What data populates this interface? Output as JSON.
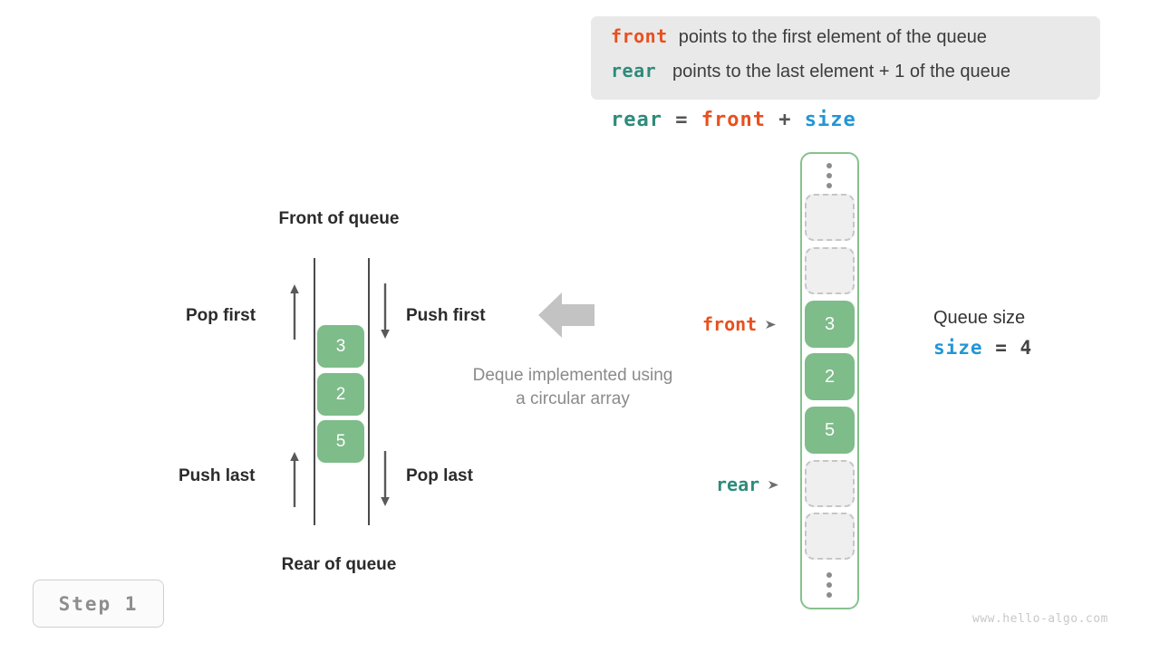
{
  "legend": {
    "rows": [
      {
        "term": "front",
        "color": "#e8501e",
        "text": "points to the first element of the queue"
      },
      {
        "term": "rear",
        "color": "#2e8b7a",
        "text": "points to the last element + 1 of the queue"
      }
    ]
  },
  "formula": {
    "lhs": "rear",
    "eq": "=",
    "rhs1": "front",
    "plus": "+",
    "rhs2": "size"
  },
  "deque": {
    "title_top": "Front of queue",
    "title_bottom": "Rear of queue",
    "cells": [
      "3",
      "2",
      "5"
    ],
    "ops": {
      "pop_first": "Pop first",
      "push_first": "Push first",
      "push_last": "Push last",
      "pop_last": "Pop last"
    },
    "note_line1": "Deque implemented using",
    "note_line2": "a circular array"
  },
  "array": {
    "cells": [
      {
        "value": "",
        "state": "empty"
      },
      {
        "value": "",
        "state": "empty"
      },
      {
        "value": "3",
        "state": "filled"
      },
      {
        "value": "2",
        "state": "filled"
      },
      {
        "value": "5",
        "state": "filled"
      },
      {
        "value": "",
        "state": "empty"
      },
      {
        "value": "",
        "state": "empty"
      }
    ],
    "pointer_front": "front",
    "pointer_rear": "rear",
    "ellipsis": "⋮"
  },
  "queue_size": {
    "title": "Queue size",
    "var": "size",
    "eq": "=",
    "value": "4"
  },
  "step": {
    "label": "Step 1"
  },
  "watermark": {
    "text": "www.hello-algo.com"
  },
  "colors": {
    "front": "#e8501e",
    "rear": "#2e8b7a",
    "size": "#2196d6",
    "cell_fill": "#7ebc89",
    "cell_empty": "#efefef",
    "container_border": "#86c28e",
    "legend_bg": "#e9e9e9"
  }
}
